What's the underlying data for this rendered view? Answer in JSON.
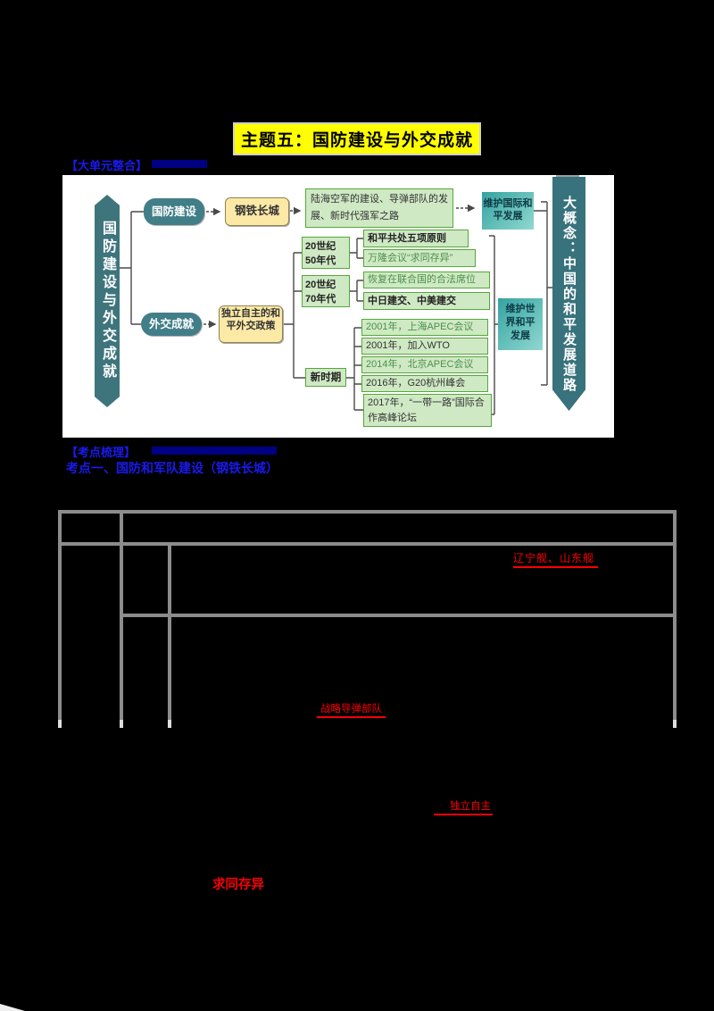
{
  "title": "主题五：国防建设与外交成就",
  "headers": {
    "unit_map": "【大单元整合】",
    "kaodian": "【考点梳理】",
    "kaodian_1": "考点一、国防和军队建设（钢铁长城）"
  },
  "mindmap": {
    "left_banner": "国防建设与外交成就",
    "right_banner": "大概念：中国的和平发展道路",
    "branch_defense": {
      "node": "国防建设",
      "mid": "钢铁长城",
      "detail": "陆海空军的建设、导弹部队的发展、新时代强军之路",
      "result": "维护国际和平发展"
    },
    "branch_diplomacy": {
      "node": "外交成就",
      "mid": "独立自主的和平外交政策",
      "result": "维护世界和平发展",
      "periods": [
        {
          "label": "20世纪50年代",
          "items": [
            "和平共处五项原则",
            "万隆会议“求同存异”"
          ]
        },
        {
          "label": "20世纪70年代",
          "items": [
            "恢复在联合国的合法席位",
            "中日建交、中美建交"
          ]
        },
        {
          "label": "新时期",
          "items": [
            "2001年，上海APEC会议",
            "2001年，加入WTO",
            "2014年，北京APEC会议",
            "2016年，G20杭州峰会",
            "2017年，“一带一路”国际合作高峰论坛"
          ]
        }
      ]
    }
  },
  "red_annotations": [
    "辽宁舰、山东舰",
    "战略导弹部队",
    "独立自主",
    "求同存异"
  ],
  "colors": {
    "highlight_yellow": "#ffff00",
    "header_blue": "#1a1aee",
    "answer_red": "#fb0005",
    "node_teal": "#417e88",
    "banner_teal": "#3a737d",
    "box_yellow": "#fce9a6",
    "box_green_bg": "#cfe9c4",
    "box_green_border": "#55a83b",
    "result_teal": "#56b7b2",
    "table_line_gray": "#8c8c8c",
    "page_background": "#000000"
  }
}
